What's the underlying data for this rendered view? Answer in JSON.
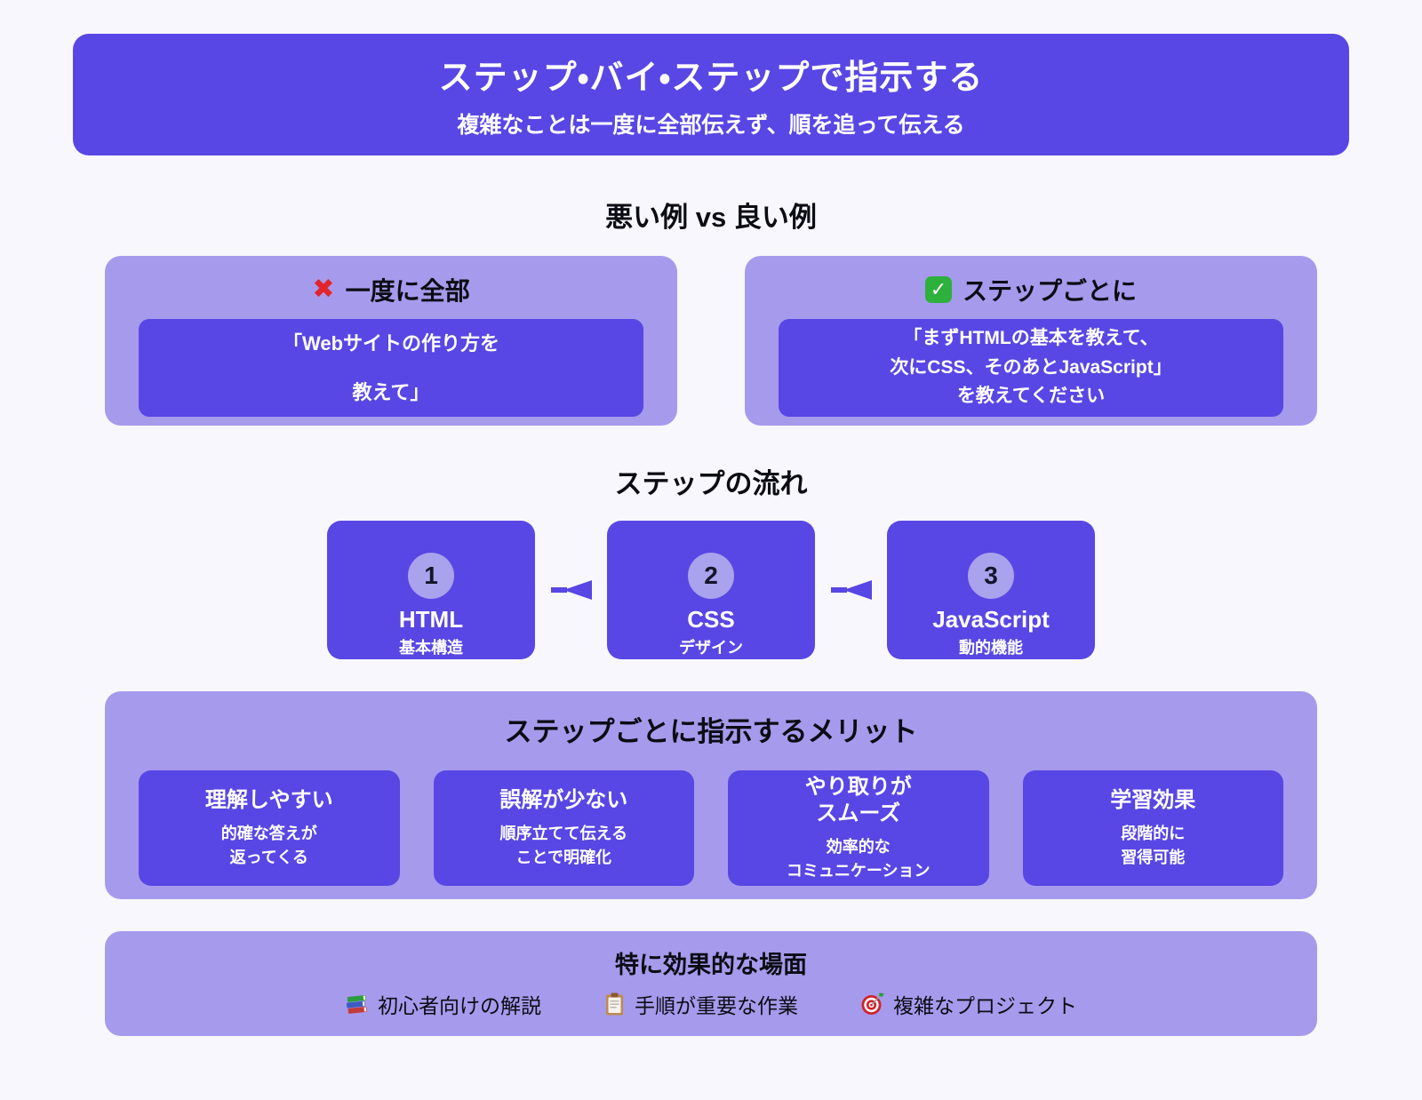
{
  "colors": {
    "accent": "#5847e4",
    "accent_light": "#a69aec",
    "badge": "#a9a2ec",
    "background": "#f8f7fd",
    "cross_red": "#e3242b",
    "check_green": "#2eb03c"
  },
  "header": {
    "title": "ステップ・バイ・ステップで指示する",
    "subtitle": "複雑なことは一度に全部伝えず、順を追って伝える"
  },
  "comparison": {
    "section_title": "悪い例 vs 良い例",
    "bad": {
      "icon": "cross-mark",
      "label": "一度に全部",
      "quote": "「Webサイトの作り方を\n教えて」"
    },
    "good": {
      "icon": "check-mark",
      "label": "ステップごとに",
      "quote": "「まずHTMLの基本を教えて、\n次にCSS、そのあとJavaScript」\nを教えてください"
    }
  },
  "flow": {
    "section_title": "ステップの流れ",
    "steps": [
      {
        "number": "1",
        "label": "HTML",
        "description": "基本構造"
      },
      {
        "number": "2",
        "label": "CSS",
        "description": "デザイン"
      },
      {
        "number": "3",
        "label": "JavaScript",
        "description": "動的機能"
      }
    ]
  },
  "merits": {
    "section_title": "ステップごとに指示するメリット",
    "items": [
      {
        "title": "理解しやすい",
        "description": "的確な答えが\n返ってくる"
      },
      {
        "title": "誤解が少ない",
        "description": "順序立てて伝える\nことで明確化"
      },
      {
        "title": "やり取りが\nスムーズ",
        "description": "効率的な\nコミュニケーション"
      },
      {
        "title": "学習効果",
        "description": "段階的に\n習得可能"
      }
    ]
  },
  "effective": {
    "section_title": "特に効果的な場面",
    "items": [
      {
        "icon": "books",
        "label": "初心者向けの解説"
      },
      {
        "icon": "clipboard",
        "label": "手順が重要な作業"
      },
      {
        "icon": "target",
        "label": "複雑なプロジェクト"
      }
    ]
  }
}
